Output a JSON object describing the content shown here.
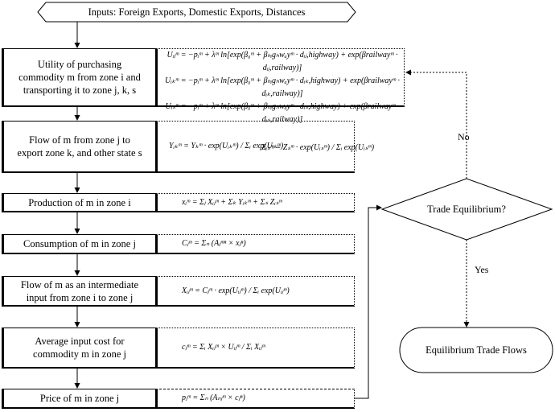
{
  "inputs": "Inputs: Foreign Exports, Domestic Exports, Distances",
  "steps": [
    {
      "label": "Utility of purchasing commodity m from zone i and transporting it to zone j,  k,  s",
      "formulas": [
        "Uᵢⱼᵐ = −pᵢᵐ + λᵐ ln[exp(β₀ᵐ + βₕᵢgₕwₐyᵐ · dᵢⱼ,highway) + exp(βrailwayᵐ · dᵢⱼ,railway)]",
        "Uᵢₖᵐ = −pᵢᵐ + λᵐ ln[exp(β₀ᵐ + βₕᵢgₕwₐyᵐ · dᵢₖ,highway) + exp(βrailwayᵐ · dᵢₖ,railway)]",
        "Uᵢₛᵐ = −pᵢᵐ + λᵐ ln[exp(β₀ᵐ + βₕᵢgₕwₐyᵐ · dᵢₛ,highway) + exp(βrailwayᵐ · dᵢₛ,railway)]"
      ]
    },
    {
      "label": "Flow of m from zone j to export zone k, and other state s",
      "formulas": [
        "Yᵢₖᵐ = Yₖᵐ · exp(Uᵢₖᵐ) / Σᵢ exp(Uᵢₖᵐ)",
        "Zᵢₛᵐ = Zₛᵐ · exp(Uᵢₛᵐ) / Σᵢ exp(Uᵢₛᵐ)"
      ]
    },
    {
      "label": "Production of m in zone i",
      "formulas": [
        "xᵢᵐ = Σⱼ Xᵢⱼᵐ + Σₖ Yᵢₖᵐ + Σₛ Zᵢₛᵐ"
      ]
    },
    {
      "label": "Consumption of m in zone j",
      "formulas": [
        "Cⱼᵐ = Σₙ (Aⱼᵐⁿ × xⱼⁿ)"
      ]
    },
    {
      "label": "Flow of m as an intermediate input from zone i to zone j",
      "formulas": [
        "Xᵢⱼᵐ = Cⱼᵐ · exp(Uᵢⱼᵐ) / Σᵢ exp(Uᵢⱼᵐ)"
      ]
    },
    {
      "label": "Average input cost for commodity m in zone j",
      "formulas": [
        "cⱼᵐ = Σᵢ Xᵢⱼᵐ × Uᵢⱼᵐ / Σᵢ Xᵢⱼᵐ"
      ]
    },
    {
      "label": "Price of m in zone j",
      "formulas": [
        "pⱼᵐ = Σₙ (Aₙⱼᵐ × cⱼⁿ)"
      ]
    }
  ],
  "decision": "Trade Equilibrium?",
  "no": "No",
  "yes": "Yes",
  "result": "Equilibrium Trade Flows"
}
